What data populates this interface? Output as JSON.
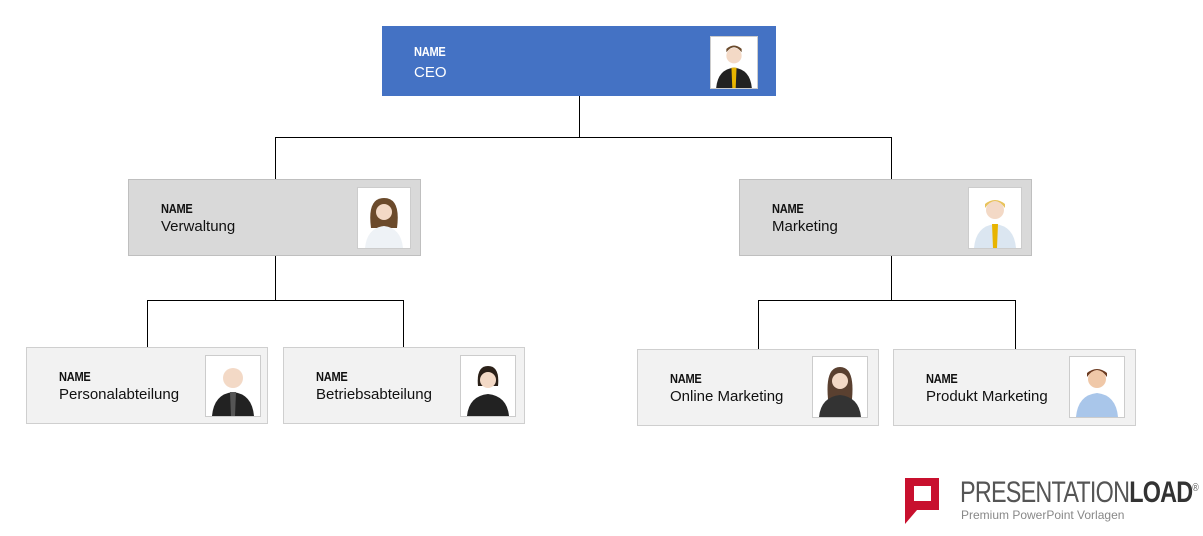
{
  "nodes": {
    "ceo": {
      "name": "NAME",
      "role": "CEO"
    },
    "verwaltung": {
      "name": "NAME",
      "role": "Verwaltung"
    },
    "marketing": {
      "name": "NAME",
      "role": "Marketing"
    },
    "personal": {
      "name": "NAME",
      "role": "Personalabteilung"
    },
    "betrieb": {
      "name": "NAME",
      "role": "Betriebsabteilung"
    },
    "online": {
      "name": "NAME",
      "role": "Online Marketing"
    },
    "produkt": {
      "name": "NAME",
      "role": "Produkt Marketing"
    }
  },
  "colors": {
    "ceo_box": "#4472c4",
    "level2_box": "#d9d9d9",
    "level3_box": "#f2f2f2",
    "logo_red": "#c8102e"
  },
  "logo": {
    "brand_light": "PRESENTATION",
    "brand_bold": "LOAD",
    "registered": "®",
    "tagline": "Premium PowerPoint Vorlagen"
  }
}
